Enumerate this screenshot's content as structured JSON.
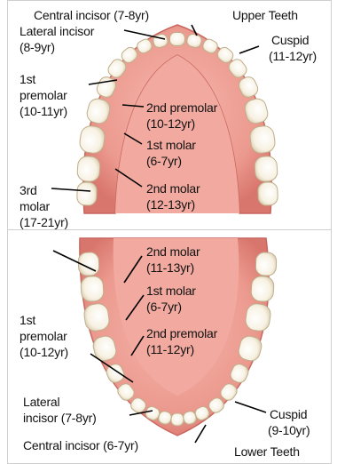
{
  "top_banner": "",
  "upper": {
    "section_title": "Upper Teeth",
    "labels": {
      "central_incisor": "Central incisor (7-8yr)",
      "lateral_incisor_1": "Lateral incisor",
      "lateral_incisor_2": "(8-9yr)",
      "cuspid_1": "Cuspid",
      "cuspid_2": "(11-12yr)",
      "first_premolar_1": "1st",
      "first_premolar_2": "premolar",
      "first_premolar_3": "(10-11yr)",
      "second_premolar_1": "2nd premolar",
      "second_premolar_2": "(10-12yr)",
      "first_molar_1": "1st molar",
      "first_molar_2": "(6-7yr)",
      "second_molar_1": "2nd molar",
      "second_molar_2": "(12-13yr)",
      "third_molar_1": "3rd",
      "third_molar_2": "molar",
      "third_molar_3": "(17-21yr)"
    }
  },
  "lower": {
    "section_title": "Lower Teeth",
    "labels": {
      "second_molar_1": "2nd molar",
      "second_molar_2": "(11-13yr)",
      "first_molar_1": "1st molar",
      "first_molar_2": "(6-7yr)",
      "second_premolar_1": "2nd premolar",
      "second_premolar_2": "(11-12yr)",
      "first_premolar_1": "1st",
      "first_premolar_2": "premolar",
      "first_premolar_3": "(10-12yr)",
      "lateral_incisor_1": "Lateral",
      "lateral_incisor_2": "incisor (7-8yr)",
      "cuspid_1": "Cuspid",
      "cuspid_2": "(9-10yr)",
      "central_incisor": "Central incisor (6-7yr)"
    }
  },
  "colors": {
    "gum": "#e88c82",
    "gum_dark": "#c9675f",
    "palate": "#f2aaa0",
    "tooth": "#fbf7ee",
    "tooth_shade": "#e6dcc5",
    "line": "#000000"
  }
}
